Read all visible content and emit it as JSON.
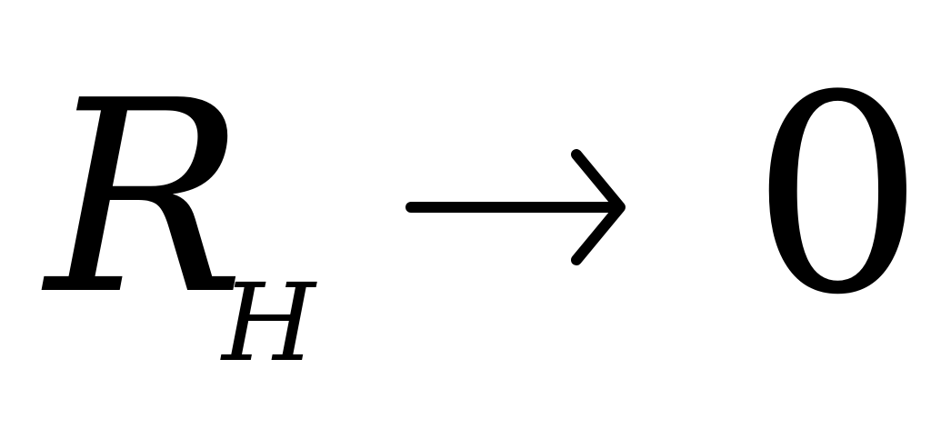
{
  "formula": {
    "variable": "R",
    "subscript": "H",
    "arrow_icon": "right-arrow-icon",
    "value": "0"
  }
}
